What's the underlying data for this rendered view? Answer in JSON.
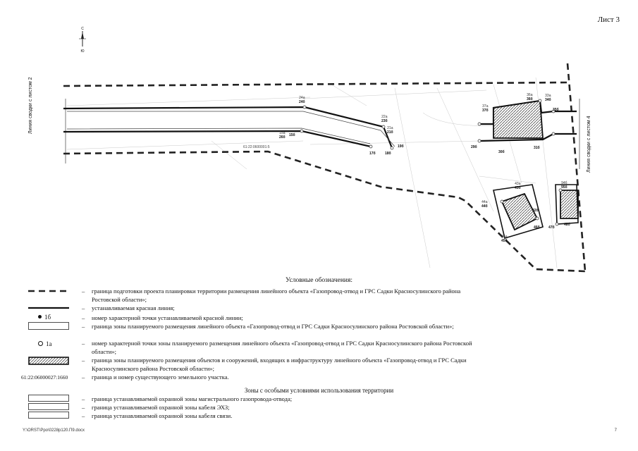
{
  "sheet": {
    "label": "Лист 3"
  },
  "north_arrow": {
    "top": "С",
    "bottom": "Ю"
  },
  "match_lines": {
    "left": "Линия сводки с листом 2",
    "right": "Линия сводки с листом 4"
  },
  "map": {
    "parcel_label": "61:22:0600001:5",
    "points": [
      {
        "top": "24а",
        "bottom": "24б"
      },
      {
        "top": "15а",
        "bottom": "26б"
      },
      {
        "top": "",
        "bottom": "15б"
      },
      {
        "top": "22а",
        "bottom": "23б"
      },
      {
        "top": "21а",
        "bottom": "21б"
      },
      {
        "top": "",
        "bottom": "17б"
      },
      {
        "top": "",
        "bottom": "18б"
      },
      {
        "top": "",
        "bottom": "19б"
      },
      {
        "top": "37а",
        "bottom": "37б"
      },
      {
        "top": "36а",
        "bottom": "36б"
      },
      {
        "top": "33а",
        "bottom": "34б"
      },
      {
        "top": "",
        "bottom": "35б"
      },
      {
        "top": "",
        "bottom": "29б"
      },
      {
        "top": "",
        "bottom": "30б"
      },
      {
        "top": "",
        "bottom": "31б"
      },
      {
        "top": "44а",
        "bottom": "44б"
      },
      {
        "top": "43а",
        "bottom": "43б"
      },
      {
        "top": "",
        "bottom": "42б"
      },
      {
        "top": "",
        "bottom": "46б"
      },
      {
        "top": "45а",
        "bottom": "45б"
      },
      {
        "top": "94б",
        "bottom": "95б"
      },
      {
        "top": "",
        "bottom": "47б"
      },
      {
        "top": "",
        "bottom": "48б"
      }
    ]
  },
  "legend": {
    "title": "Условные обозначения:",
    "items": [
      {
        "dash": "–",
        "text": "граница подготовки проекта планировки территории размещения линейного объекта «Газопровод-отвод и ГРС Садки Красносулинского района Ростовской области»;"
      },
      {
        "dash": "–",
        "text": "устанавливаемая красная линия;"
      },
      {
        "symbol": "1б",
        "dash": "–",
        "text": "номер характерной точки устанавливаемой красной линии;"
      },
      {
        "dash": "–",
        "text": "граница зоны планируемого размещения линейного объекта «Газопровод-отвод и ГРС Садки Красносулинского района Ростовской области»;"
      },
      {
        "symbol": "1а",
        "dash": "–",
        "text": "номер характерной точки зоны планируемого размещения линейного объекта «Газопровод-отвод и ГРС Садки Красносулинского района Ростовской области»;"
      },
      {
        "dash": "–",
        "text": "граница зоны планируемого размещения объектов и сооружений, входящих в инфраструктуру линейного объекта «Газопровод-отвод и ГРС Садки Красносулинского района Ростовской области»;"
      },
      {
        "symbol": "61:22:06000027:1660",
        "dash": "–",
        "text": "граница и номер существующего земельного участка."
      }
    ]
  },
  "zones": {
    "title": "Зоны с особыми условиями использования территории",
    "items": [
      {
        "dash": "–",
        "text": "граница устанавливаемой охранной зоны магистрального газопровода-отвода;"
      },
      {
        "dash": "–",
        "text": "граница устанавливаемой охранной зоны кабеля ЭХЗ;"
      },
      {
        "dash": "–",
        "text": "граница устанавливаемой охранной зоны кабеля связи."
      }
    ]
  },
  "footer": {
    "left": "Y:\\ORST\\Ppo\\0228p120.П9.docx",
    "right": "7"
  }
}
